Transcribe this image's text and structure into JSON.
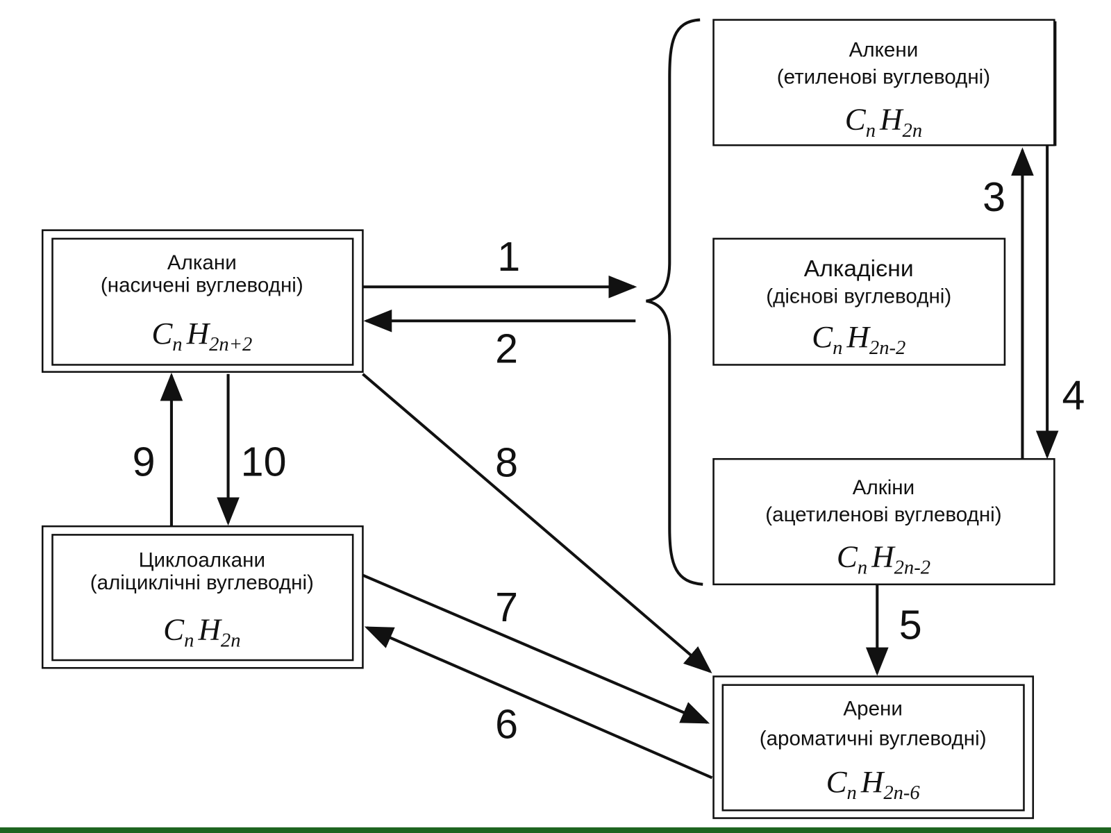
{
  "nodes": {
    "alkanes": {
      "name": "Алкани",
      "desc": "(насичені вуглеводні)",
      "formula_c": "C",
      "formula_cs": "n",
      "formula_h": "H",
      "formula_hs": "2n+2"
    },
    "alkenes": {
      "name": "Алкени",
      "desc": "(етиленові вуглеводні)",
      "formula_c": "C",
      "formula_cs": "n",
      "formula_h": "H",
      "formula_hs": "2n"
    },
    "alkadienes": {
      "name": "Алкадієни",
      "desc": "(дієнові вуглеводні)",
      "formula_c": "C",
      "formula_cs": "n",
      "formula_h": "H",
      "formula_hs": "2n-2"
    },
    "alkynes": {
      "name": "Алкіни",
      "desc": "(ацетиленові вуглеводні)",
      "formula_c": "C",
      "formula_cs": "n",
      "formula_h": "H",
      "formula_hs": "2n-2"
    },
    "cycloalkanes": {
      "name": "Циклоалкани",
      "desc": "(аліциклічні вуглеводні)",
      "formula_c": "C",
      "formula_cs": "n",
      "formula_h": "H",
      "formula_hs": "2n"
    },
    "arenes": {
      "name": "Арени",
      "desc": "(ароматичні вуглеводні)",
      "formula_c": "C",
      "formula_cs": "n",
      "formula_h": "H",
      "formula_hs": "2n-6"
    }
  },
  "arrows": [
    "1",
    "2",
    "3",
    "4",
    "5",
    "6",
    "7",
    "8",
    "9",
    "10"
  ],
  "colors": {
    "footer_bar": "#1e6420",
    "ink": "#111111"
  }
}
